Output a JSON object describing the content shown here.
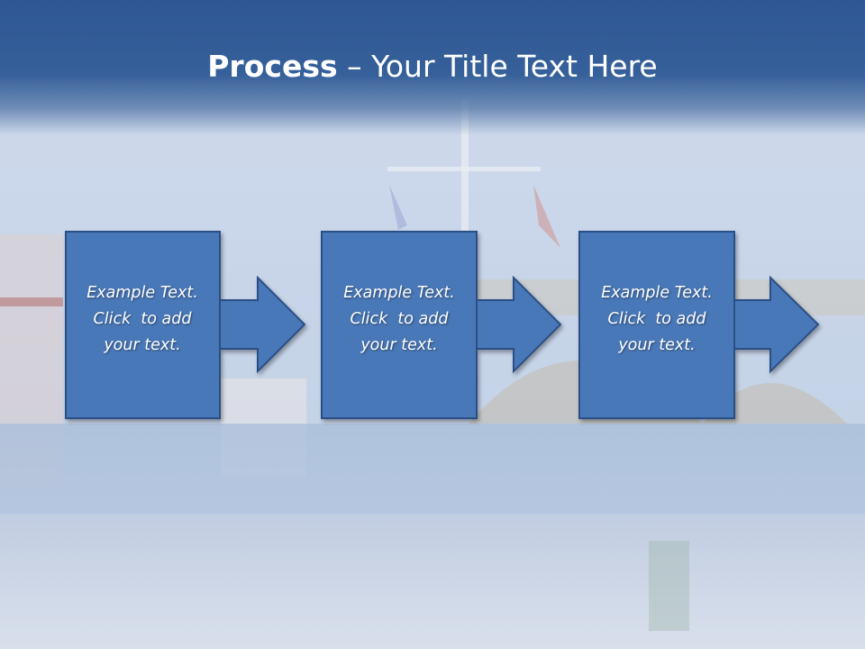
{
  "slide": {
    "title_bold": "Process",
    "title_rest": " – Your Title Text Here"
  },
  "steps": [
    {
      "lines": [
        "Example Text.",
        "Click  to add",
        "your text."
      ]
    },
    {
      "lines": [
        "Example Text.",
        "Click  to add",
        "your text."
      ]
    },
    {
      "lines": [
        "Example Text.",
        "Click  to add",
        "your text."
      ]
    }
  ],
  "colors": {
    "title_band": "#2e5793",
    "box_fill": "#4a78b8",
    "box_stroke": "#2c4f86",
    "text": "#ffffff"
  }
}
